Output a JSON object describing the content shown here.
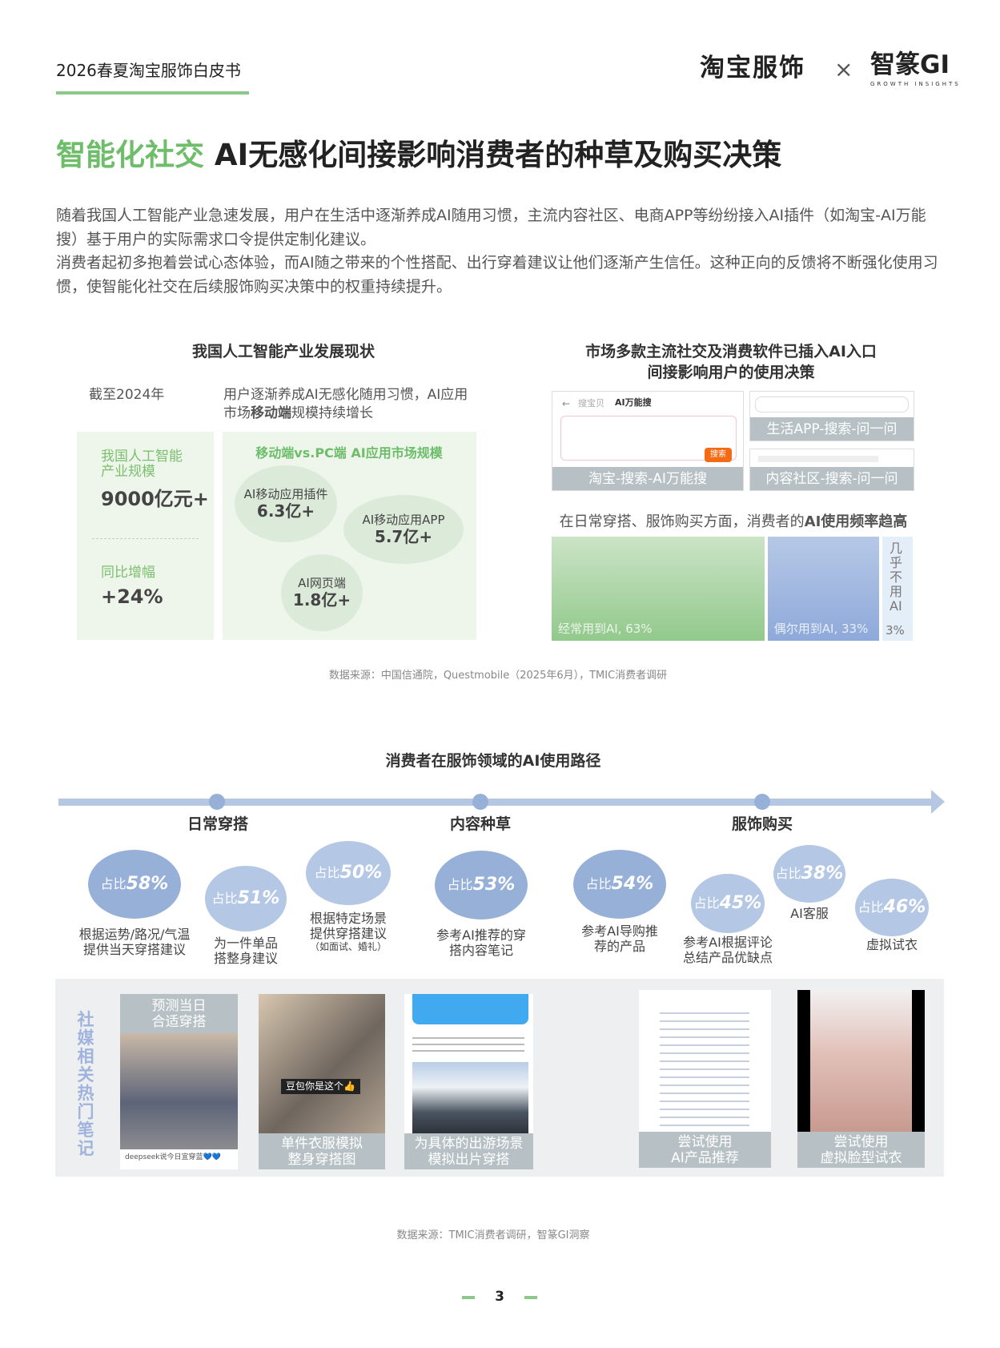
{
  "header": {
    "doc_title": "2026春夏淘宝服饰白皮书",
    "logo_left": "淘宝服饰",
    "logo_sep": "×",
    "logo_right": "智篆GI",
    "logo_right_sub": "GROWTH INSIGHTS"
  },
  "title": {
    "highlight": "智能化社交",
    "rest": " AI无感化间接影响消费者的种草及购买决策"
  },
  "paragraph": [
    "随着我国人工智能产业急速发展，用户在生活中逐渐养成AI随用习惯，主流内容社区、电商APP等纷纷接入AI插件（如淘宝-AI万能搜）基于用户的实际需求口令提供定制化建议。",
    "消费者起初多抱着尝试心态体验，而AI随之带来的个性搭配、出行穿着建议让他们逐渐产生信任。这种正向的反馈将不断强化使用习惯，使智能化社交在后续服饰购买决策中的权重持续提升。"
  ],
  "left_panel": {
    "title": "我国人工智能产业发展现状",
    "as_of": "截至2024年",
    "desc_pre": "用户逐渐养成AI无感化随用习惯，AI应用市场",
    "desc_bold": "移动端",
    "desc_post": "规模持续增长",
    "scale_label": "我国人工智能产业规模",
    "scale_value": "9000亿元+",
    "growth_label": "同比增幅",
    "growth_value": "+24%",
    "market_title": "移动端vs.PC端 AI应用市场规模",
    "bubbles": [
      {
        "label": "AI移动应用插件",
        "value": "6.3亿+"
      },
      {
        "label": "AI移动应用APP",
        "value": "5.7亿+"
      },
      {
        "label": "AI网页端",
        "value": "1.8亿+"
      }
    ]
  },
  "right_panel": {
    "title_line1": "市场多款主流社交及消费软件已插入AI入口",
    "title_line2": "间接影响用户的使用决策",
    "screenshots": [
      {
        "label": "淘宝-搜索-AI万能搜",
        "app_tab": "AI万能搜",
        "app_back": "搜宝贝",
        "app_button": "搜索"
      },
      {
        "label": "生活APP-搜索-问一问"
      },
      {
        "label": "内容社区-搜索-问一问"
      }
    ],
    "usage_title_pre": "在日常穿搭、服饰购买方面，消费者的",
    "usage_title_bold": "AI使用频率趋高",
    "usage": [
      {
        "label": "经常用到AI, 63%",
        "value": 63,
        "color": "#9fd09a"
      },
      {
        "label": "偶尔用到AI, 33%",
        "value": 33,
        "color": "#9ab3dd"
      },
      {
        "label": "几乎不用AI",
        "pct": "3%",
        "value": 3,
        "color": "#e4eef8"
      }
    ]
  },
  "source1": "数据来源：中国信通院，Questmobile（2025年6月），TMIC消费者调研",
  "path": {
    "title": "消费者在服饰领域的AI使用路径",
    "stages": [
      "日常穿搭",
      "内容种草",
      "服饰购买"
    ],
    "prefix": "占比",
    "items": [
      {
        "pct": "58%",
        "lines": [
          "根据运势/路况/气温",
          "提供当天穿搭建议"
        ]
      },
      {
        "pct": "51%",
        "lines": [
          "为一件单品",
          "搭整身建议"
        ]
      },
      {
        "pct": "50%",
        "lines": [
          "根据特定场景",
          "提供穿搭建议"
        ],
        "note": "（如面试、婚礼）"
      },
      {
        "pct": "53%",
        "lines": [
          "参考AI推荐的穿",
          "搭内容笔记"
        ]
      },
      {
        "pct": "54%",
        "lines": [
          "参考AI导购推",
          "荐的产品"
        ]
      },
      {
        "pct": "45%",
        "lines": [
          "参考AI根据评论",
          "总结产品优缺点"
        ]
      },
      {
        "pct": "38%",
        "lines": [
          "AI客服"
        ]
      },
      {
        "pct": "46%",
        "lines": [
          "虚拟试衣"
        ]
      }
    ]
  },
  "gallery": {
    "side_label": "社媒相关热门笔记",
    "cards": [
      {
        "lines": [
          "预测当日",
          "合适穿搭"
        ],
        "caption": "deepseek说今日宜穿蓝💙💙"
      },
      {
        "lines": [
          "单件衣服模拟",
          "整身穿搭图"
        ],
        "overlay": "豆包你是这个👍"
      },
      {
        "lines": [
          "为具体的出游场景",
          "模拟出片穿搭"
        ]
      },
      {
        "lines": [
          "尝试使用",
          "AI产品推荐"
        ]
      },
      {
        "lines": [
          "尝试使用",
          "虚拟脸型试衣"
        ]
      }
    ]
  },
  "source2": "数据来源：TMIC消费者调研，智篆GI洞察",
  "page_number": "3",
  "colors": {
    "accent_green": "#6dbd6a",
    "path_blue": "#b5c7e3",
    "bubble_dark": "#97b0d8",
    "bubble_light": "#b4c7e4"
  }
}
